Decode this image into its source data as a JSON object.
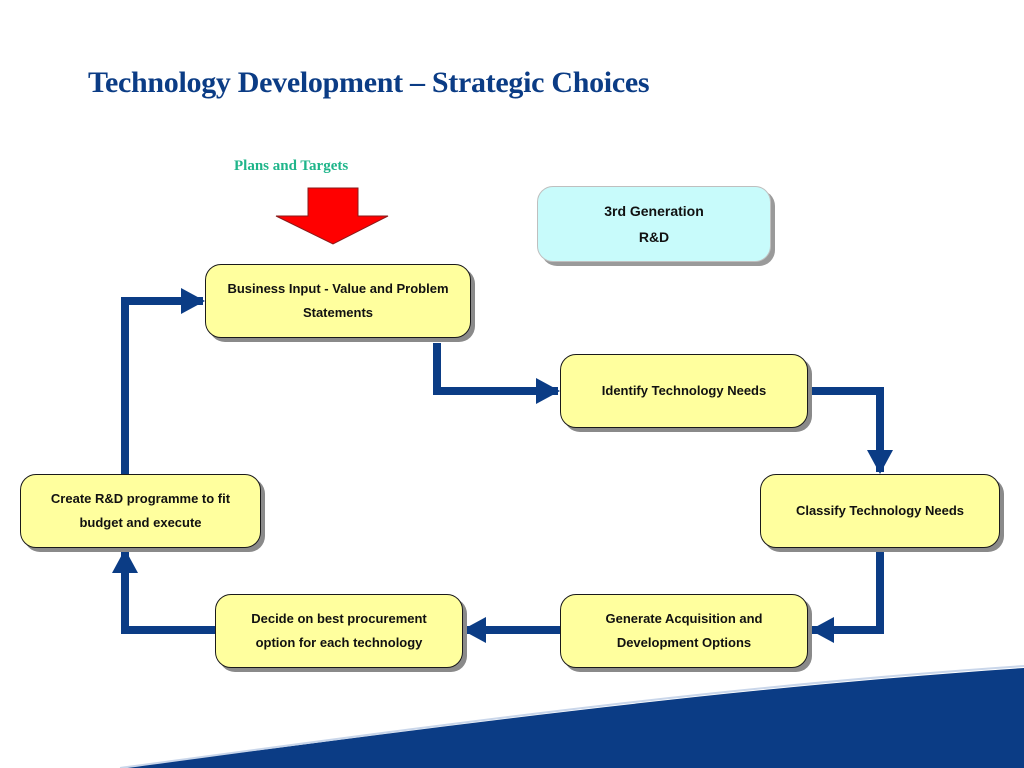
{
  "slide": {
    "title": "Technology Development – Strategic Choices",
    "plans_label": "Plans and Targets",
    "generation_line1": "3rd Generation",
    "generation_line2": "R&D"
  },
  "nodes": {
    "business_input": "Business Input - Value and Problem Statements",
    "identify_needs": "Identify Technology Needs",
    "classify_needs": "Classify Technology Needs",
    "generate_options": "Generate Acquisition and Development Options",
    "decide_procurement": "Decide on best procurement option for each technology",
    "create_programme": "Create R&D programme to fit budget and execute"
  },
  "colors": {
    "title": "#0b3c85",
    "plans_label": "#1fb58a",
    "arrow": "#0b3c85",
    "input_arrow": "#ff0000",
    "node_fill": "#ffff9e",
    "generation_fill": "#c8fbfb",
    "wave": "#0b3c85"
  }
}
